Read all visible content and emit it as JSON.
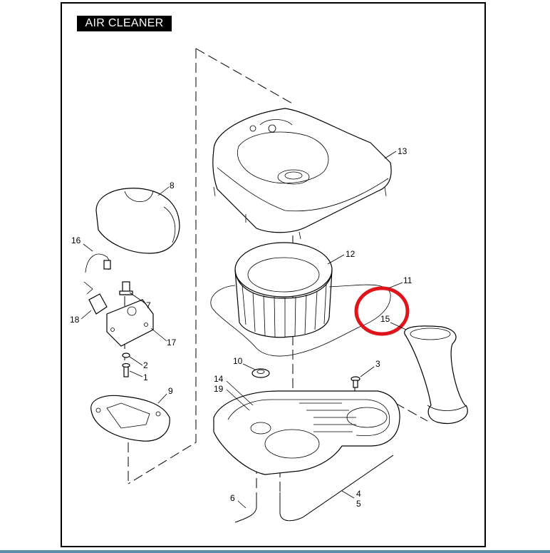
{
  "title": "AIR CLEANER",
  "callouts": [
    {
      "id": "c13",
      "text": "13"
    },
    {
      "id": "c8",
      "text": "8"
    },
    {
      "id": "c16",
      "text": "16"
    },
    {
      "id": "c12",
      "text": "12"
    },
    {
      "id": "c11",
      "text": "11"
    },
    {
      "id": "c15",
      "text": "15"
    },
    {
      "id": "c7",
      "text": "7"
    },
    {
      "id": "c18",
      "text": "18"
    },
    {
      "id": "c17",
      "text": "17"
    },
    {
      "id": "c2",
      "text": "2"
    },
    {
      "id": "c1",
      "text": "1"
    },
    {
      "id": "c10",
      "text": "10"
    },
    {
      "id": "c3",
      "text": "3"
    },
    {
      "id": "c9",
      "text": "9"
    },
    {
      "id": "c14",
      "text": "14"
    },
    {
      "id": "c19",
      "text": "19"
    },
    {
      "id": "c6",
      "text": "6"
    },
    {
      "id": "c4",
      "text": "4"
    },
    {
      "id": "c5",
      "text": "5"
    }
  ],
  "highlight": {
    "color": "#e0141b",
    "target": "15"
  },
  "colors": {
    "line": "#000000",
    "bottom_bar": "#5e8fa8"
  }
}
